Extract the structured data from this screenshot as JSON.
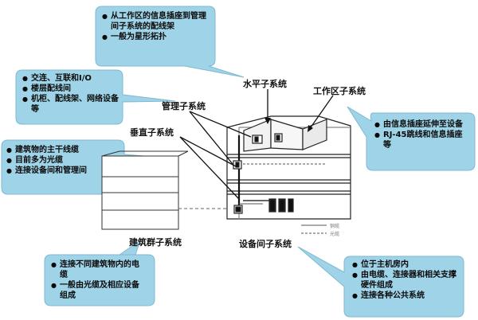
{
  "subsystems": {
    "horizontal": {
      "title": "水平子系统",
      "points": [
        "从工作区的信息插座到管理间子系统的配线架",
        "一般为星形拓扑"
      ]
    },
    "administration": {
      "title": "管理子系统",
      "points": [
        "交连、互联和I/O",
        "楼层配线间",
        "机柜、配线架、网络设备等"
      ]
    },
    "backbone": {
      "title": "垂直子系统",
      "points": [
        "建筑物的主干线缆",
        "目前多为光缆",
        "连接设备间和管理间"
      ]
    },
    "work_area": {
      "title": "工作区子系统",
      "points": [
        "由信息插座延伸至设备",
        "RJ-45跳线和信息插座等"
      ]
    },
    "campus": {
      "title": "建筑群子系统",
      "points": [
        "连接不同建筑物内的电缆",
        "一般由光缆及相应设备组成"
      ]
    },
    "equipment_room": {
      "title": "设备间子系统",
      "points": [
        "位于主机房内",
        "由电缆、连接器和相关支撑硬件组成",
        "连接各种公共系统"
      ]
    }
  },
  "legend": {
    "copper": "铜缆",
    "fiber": "光缆"
  }
}
